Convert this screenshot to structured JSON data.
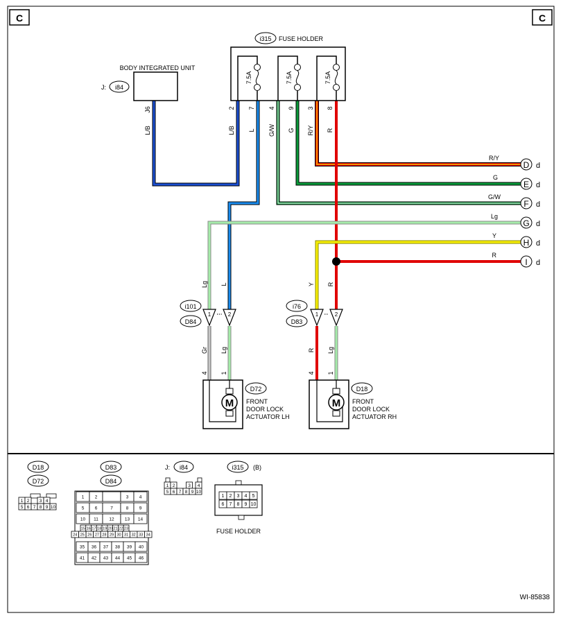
{
  "corner_marks": {
    "left": "C",
    "right": "C"
  },
  "fuse_holder": {
    "connector": "i315",
    "title": "FUSE HOLDER",
    "fuses": [
      "7.5A",
      "7.5A",
      "7.5A"
    ],
    "pins": [
      "2",
      "7",
      "4",
      "9",
      "3",
      "8"
    ],
    "wires": [
      "L/B",
      "L",
      "G/W",
      "G",
      "R/Y",
      "R"
    ]
  },
  "body_integrated_unit": {
    "title": "BODY INTEGRATED UNIT",
    "prefix": "J:",
    "connector": "i84",
    "pin": "J6",
    "wire": "L/B"
  },
  "offpage": [
    {
      "wire": "R/Y",
      "letter": "D",
      "suffix": "d",
      "color": "#d97a00"
    },
    {
      "wire": "G",
      "letter": "E",
      "suffix": "d",
      "color": "#0a9a3a"
    },
    {
      "wire": "G/W",
      "letter": "F",
      "suffix": "d",
      "color": "#0a9a3a"
    },
    {
      "wire": "Lg",
      "letter": "G",
      "suffix": "d",
      "color": "#9be59b"
    },
    {
      "wire": "Y",
      "letter": "H",
      "suffix": "d",
      "color": "#f2e400"
    },
    {
      "wire": "R",
      "letter": "I",
      "suffix": "d",
      "color": "#e00000"
    }
  ],
  "left_connector": {
    "upper": "i101",
    "lower": "D84",
    "pins": [
      "1",
      "2"
    ],
    "wires_above": [
      "Lg",
      "L"
    ],
    "wires_below": [
      "Gr",
      "Lg"
    ],
    "actuator_pins": [
      "4",
      "1"
    ]
  },
  "right_connector": {
    "upper": "i76",
    "lower": "D83",
    "pins": [
      "1",
      "2"
    ],
    "wires_above": [
      "Y",
      "R"
    ],
    "wires_below": [
      "R",
      "Lg"
    ],
    "actuator_pins": [
      "4",
      "1"
    ]
  },
  "actuator_lh": {
    "connector": "D72",
    "motor": "M",
    "lines": [
      "FRONT",
      "DOOR LOCK",
      "ACTUATOR LH"
    ]
  },
  "actuator_rh": {
    "connector": "D18",
    "motor": "M",
    "lines": [
      "FRONT",
      "DOOR LOCK",
      "ACTUATOR RH"
    ]
  },
  "legend": {
    "d18_d72": {
      "labels": [
        "D18",
        "D72"
      ],
      "row1": [
        "1",
        "2",
        "3",
        "4"
      ],
      "row2": [
        "5",
        "6",
        "7",
        "8",
        "9",
        "10"
      ]
    },
    "d83_d84": {
      "labels": [
        "D83",
        "D84"
      ],
      "rows": [
        [
          "1",
          "2",
          "",
          "3",
          "4"
        ],
        [
          "5",
          "6",
          "7",
          "8",
          "9"
        ],
        [
          "10",
          "11",
          "12",
          "13",
          "14"
        ],
        [
          "15",
          "16",
          "17",
          "18",
          "19",
          "20",
          "21",
          "22",
          "23"
        ],
        [
          "24",
          "25",
          "26",
          "27",
          "28",
          "29",
          "30",
          "31",
          "32",
          "33",
          "34"
        ],
        [
          "35",
          "36",
          "37",
          "38",
          "39",
          "40"
        ],
        [
          "41",
          "42",
          "43",
          "44",
          "45",
          "46"
        ]
      ]
    },
    "i84": {
      "prefix": "J:",
      "label": "i84",
      "row1": [
        "1",
        "2",
        "3",
        "4"
      ],
      "row2": [
        "5",
        "6",
        "7",
        "8",
        "9",
        "10"
      ]
    },
    "i315": {
      "label": "i315",
      "suffix": "(B)",
      "row1": [
        "1",
        "2",
        "3",
        "4",
        "5"
      ],
      "row2": [
        "6",
        "7",
        "8",
        "9",
        "10"
      ],
      "caption": "FUSE HOLDER"
    }
  },
  "figure_id": "WI-85838"
}
